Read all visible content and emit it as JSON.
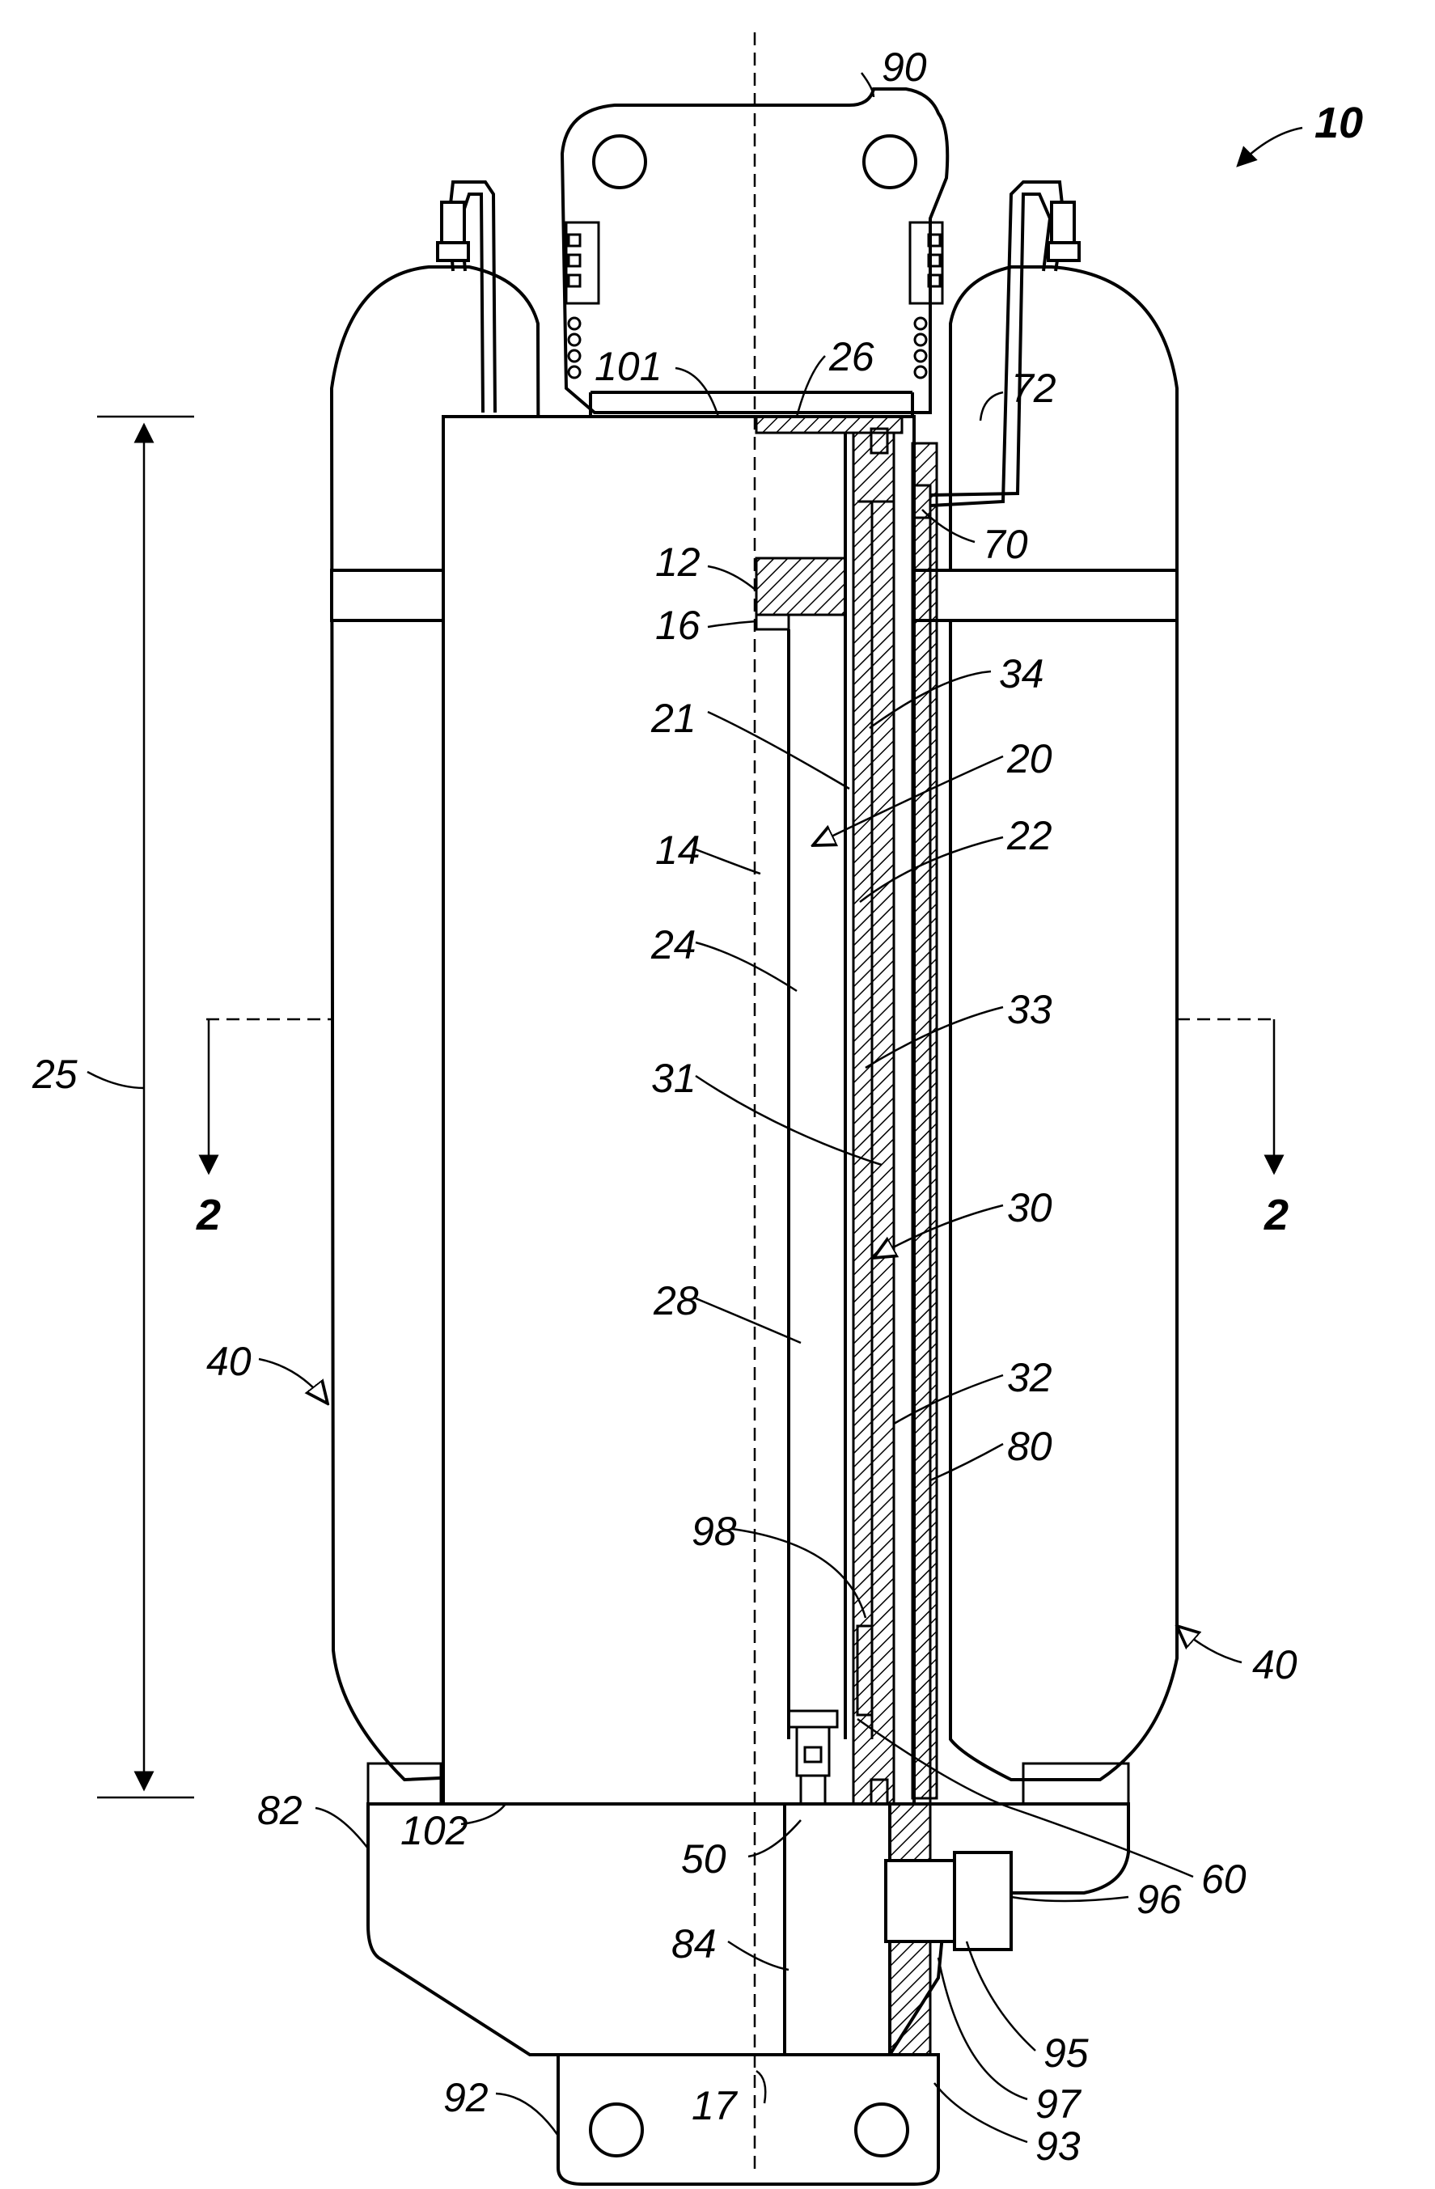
{
  "figure": {
    "labels": {
      "l10": "10",
      "l90": "90",
      "l101": "101",
      "l26": "26",
      "l72": "72",
      "l70": "70",
      "l12": "12",
      "l16": "16",
      "l34": "34",
      "l21": "21",
      "l20": "20",
      "l22": "22",
      "l14": "14",
      "l24": "24",
      "l33": "33",
      "l31": "31",
      "l25": "25",
      "l2a": "2",
      "l2b": "2",
      "l30": "30",
      "l28": "28",
      "l40a": "40",
      "l32": "32",
      "l80": "80",
      "l98": "98",
      "l40b": "40",
      "l82": "82",
      "l102": "102",
      "l50": "50",
      "l60": "60",
      "l96": "96",
      "l84": "84",
      "l95": "95",
      "l97": "97",
      "l17": "17",
      "l92": "92",
      "l93": "93"
    }
  }
}
